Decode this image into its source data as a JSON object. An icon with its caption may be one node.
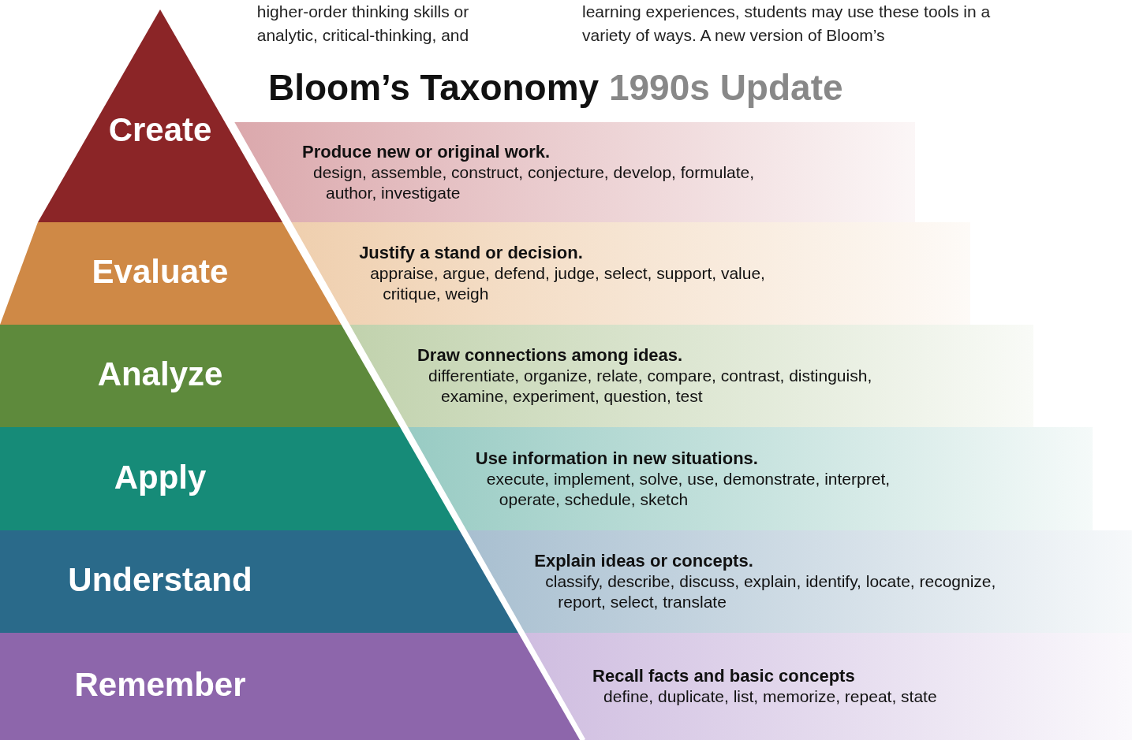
{
  "diagram": {
    "title": "Bloom’s Taxonomy 1990s Update",
    "nodes": [
      {
        "text": [
          "Create"
        ]
      },
      {
        "text": [
          "Produce new or original work.",
          "design, assemble, construct, conjecture, develop, formulate, author, investigate"
        ]
      },
      {
        "text": [
          "Evaluate"
        ]
      },
      {
        "text": [
          "Justify a stand or decision.",
          "appraise, argue, defend, judge, select, support, value, critique, weigh"
        ]
      },
      {
        "text": [
          "Analyze"
        ]
      },
      {
        "text": [
          "Draw connections among ideas.",
          "differentiate, organize, relate, compare, contrast, distinguish, examine, experiment, question, test"
        ]
      },
      {
        "text": [
          "Apply"
        ]
      },
      {
        "text": [
          "Use information in new situations.",
          "execute, implement, solve, use, demonstrate, interpret, operate, schedule, sketch"
        ]
      },
      {
        "text": [
          "Understand"
        ]
      },
      {
        "text": [
          "Explain ideas or concepts.",
          "classify, describe, discuss, explain, identify, locate, recognize, report, select, translate"
        ]
      },
      {
        "text": [
          "Remember"
        ]
      },
      {
        "text": [
          "Recall facts and basic concepts",
          "define, duplicate, list, memorize, repeat, state"
        ]
      }
    ],
    "labels": [
      "higher-order thinking skills or analytic, critical-thinking, and",
      "learning experiences, students may use these tools in a variety of ways. A new version of Bloom’s"
    ]
  }
}
